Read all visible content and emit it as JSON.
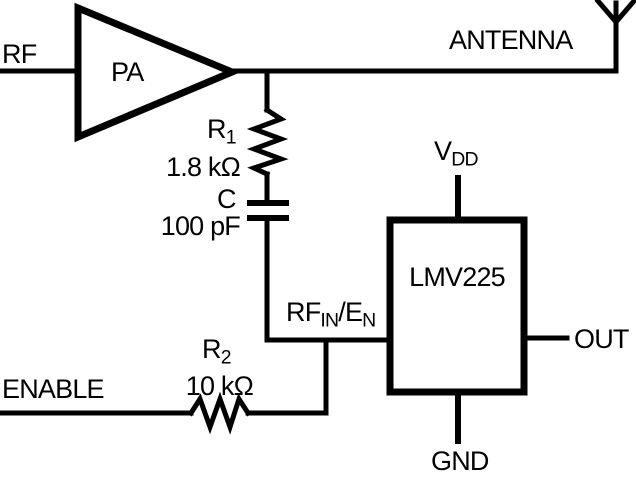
{
  "labels": {
    "rf": "RF",
    "pa": "PA",
    "antenna": "ANTENNA",
    "enable": "ENABLE",
    "out": "OUT",
    "gnd": "GND",
    "chip": "LMV225"
  },
  "components": {
    "r1": {
      "ref": "R",
      "ref_sub": "1",
      "value": "1.8 kΩ"
    },
    "c1": {
      "ref": "C",
      "value": "100 pF"
    },
    "r2": {
      "ref": "R",
      "ref_sub": "2",
      "value": "10 kΩ"
    },
    "vdd": {
      "ref": "V",
      "ref_sub": "DD"
    },
    "rfin_en": {
      "p1": "RF",
      "s1": "IN",
      "sep": "/",
      "p2": "E",
      "s2": "N"
    }
  },
  "icons": {
    "antenna": "antenna-icon",
    "pa_amplifier": "amplifier-triangle-icon",
    "resistor": "resistor-zigzag-icon",
    "capacitor": "capacitor-plates-icon"
  },
  "colors": {
    "ink": "#000000",
    "background": "#ffffff"
  }
}
